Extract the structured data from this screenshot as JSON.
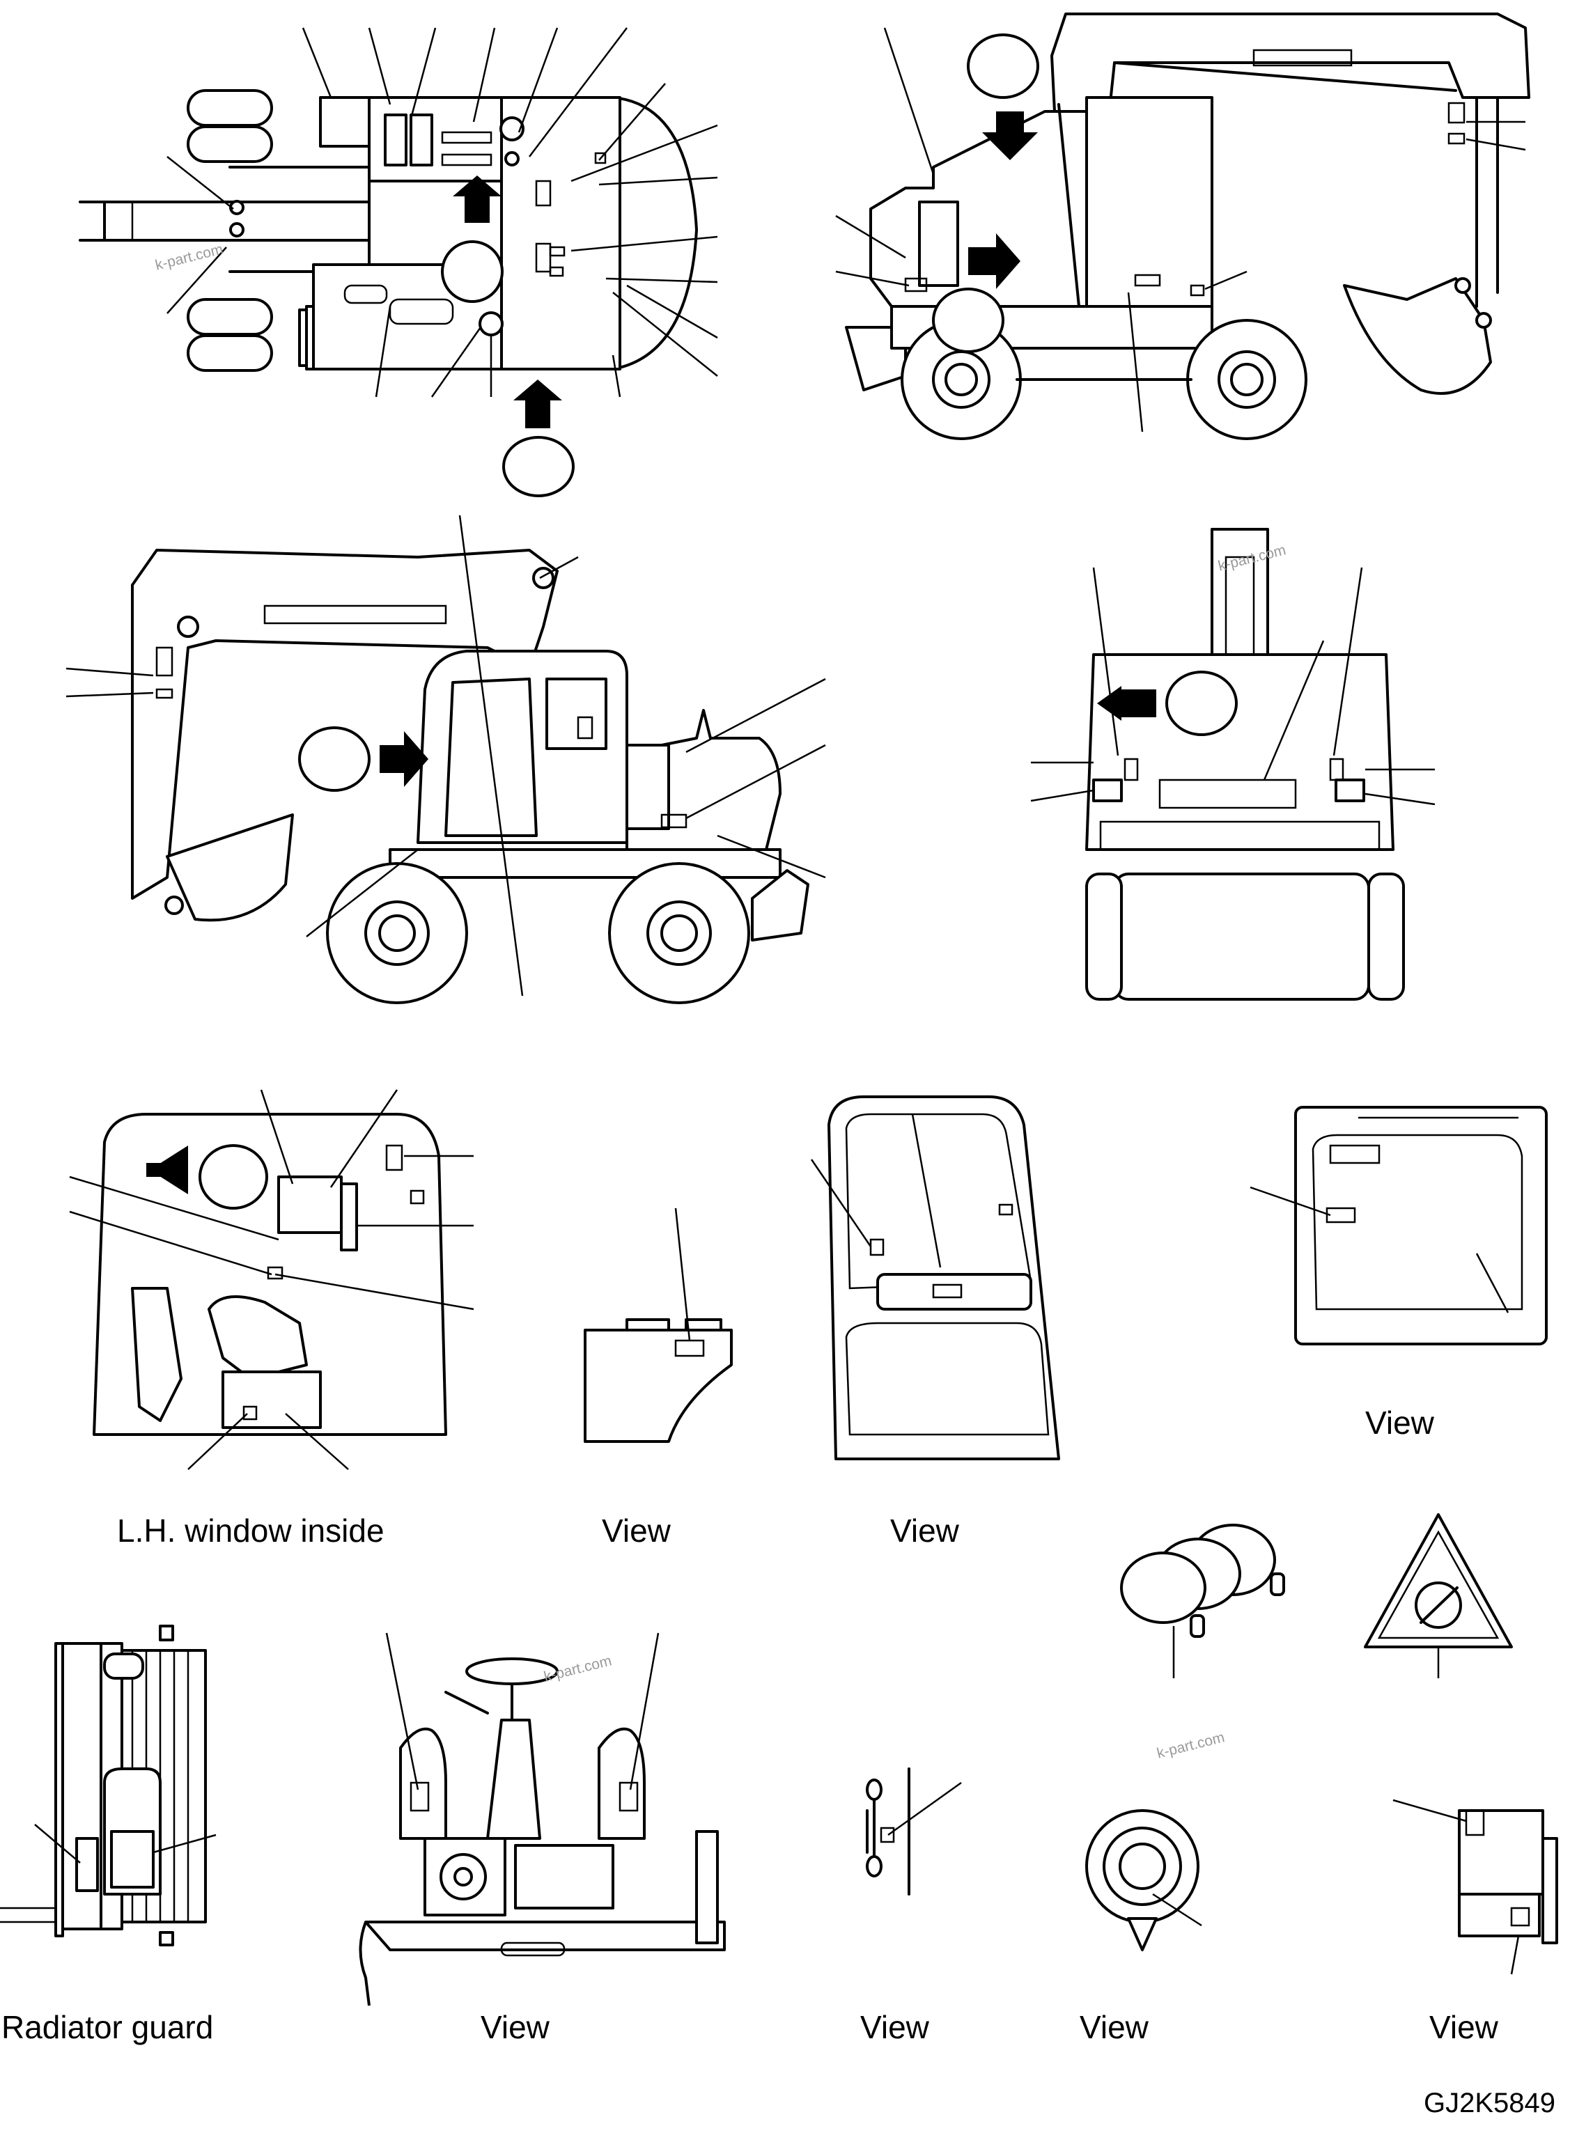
{
  "captions": {
    "lh_window_inside": "L.H. window inside",
    "view_1": "View",
    "view_2": "View",
    "view_3": "View",
    "radiator_guard": "Radiator guard",
    "view_4": "View",
    "view_5": "View",
    "view_6": "View",
    "view_7": "View"
  },
  "drawing_code": "GJ2K5849",
  "watermarks": {
    "wm_1": "k-part.com",
    "wm_2": "k-part.com",
    "wm_3": "k-part.com",
    "wm_4": "k-part.com"
  },
  "colors": {
    "line": "#000000",
    "background": "#ffffff",
    "watermark": "#9a9a9a"
  }
}
